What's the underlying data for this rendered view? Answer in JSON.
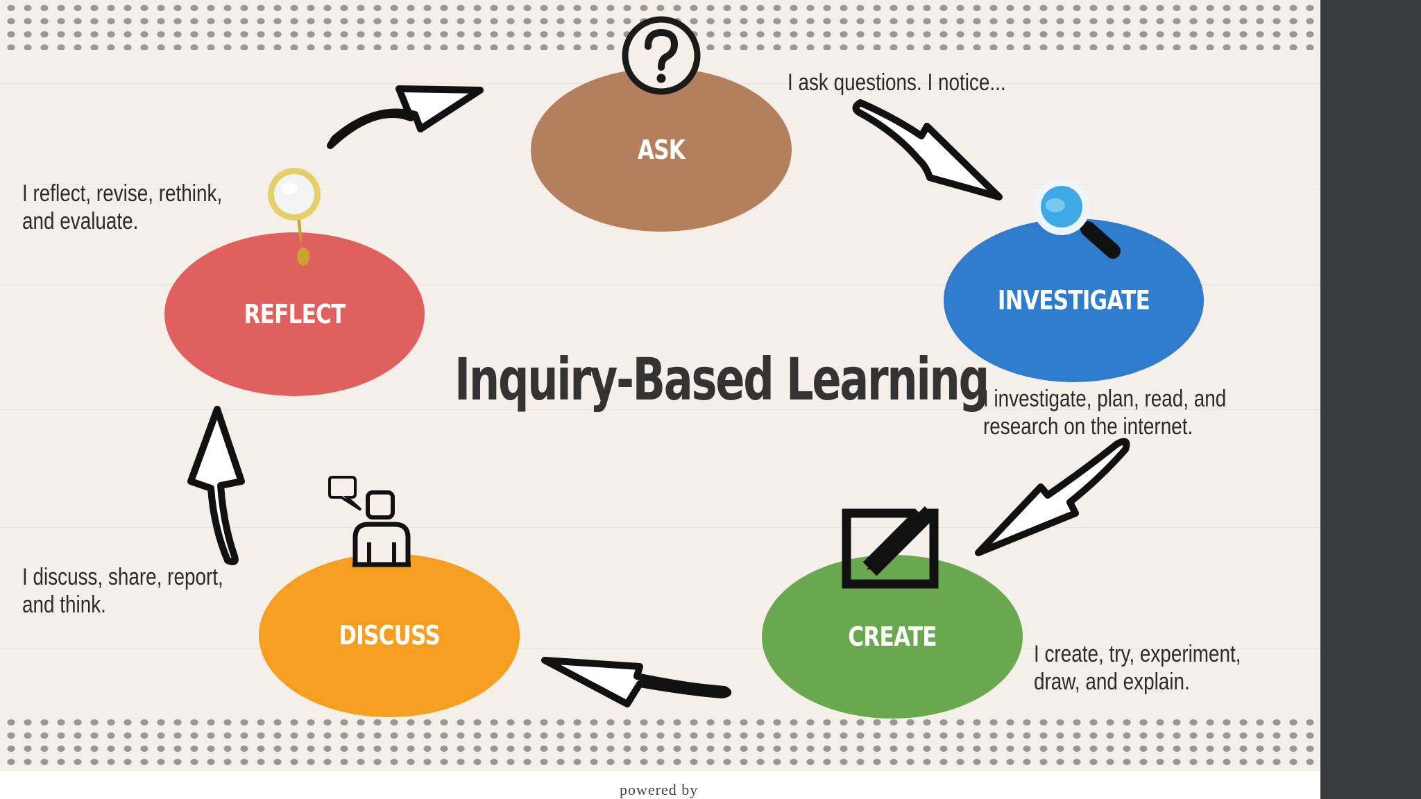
{
  "title": "Inquiry-Based Learning",
  "footer": "powered by",
  "stages": [
    {
      "label": "ASK",
      "color": "#b37f5c",
      "icon": "question-mark-icon",
      "caption": [
        "I ask questions. I notice..."
      ]
    },
    {
      "label": "INVESTIGATE",
      "color": "#2f7ccc",
      "icon": "magnifying-glass-icon",
      "caption": [
        "I investigate, plan, read, and",
        "research on the internet."
      ]
    },
    {
      "label": "CREATE",
      "color": "#6aa84f",
      "icon": "edit-pencil-icon",
      "caption": [
        "I create, try, experiment,",
        "draw, and explain."
      ]
    },
    {
      "label": "DISCUSS",
      "color": "#f59e1f",
      "icon": "person-speech-icon",
      "caption": [
        "I discuss, share, report,",
        "and think."
      ]
    },
    {
      "label": "REFLECT",
      "color": "#e06060",
      "icon": "magnifier-drip-icon",
      "caption": [
        "I reflect, revise, rethink,",
        "and evaluate."
      ]
    }
  ],
  "colors": {
    "background": "#f5efea",
    "dots": "#8c8681",
    "side_panel": "#3a3b3d",
    "arrow_fill": "#ffffff",
    "arrow_stroke": "#111111"
  }
}
